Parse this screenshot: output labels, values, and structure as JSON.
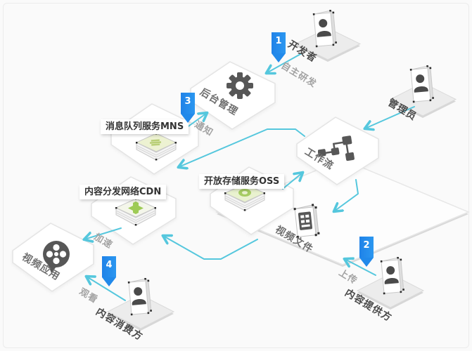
{
  "nodes": {
    "backend_mgmt": {
      "label": "后台管理"
    },
    "workflow": {
      "label": "工作流"
    },
    "video_file": {
      "label": "视频文件"
    },
    "video_app": {
      "label": "视频应用"
    }
  },
  "services": {
    "mns": {
      "label": "消息队列服务MNS"
    },
    "oss": {
      "label": "开放存储服务OSS"
    },
    "cdn": {
      "label": "内容分发网络CDN"
    }
  },
  "actors": {
    "developer": {
      "label": "开发者"
    },
    "admin": {
      "label": "管理员"
    },
    "content_provider": {
      "label": "内容提供方"
    },
    "content_consumer": {
      "label": "内容消费方"
    }
  },
  "edges": {
    "self_develop": {
      "label": "自主研发"
    },
    "notify": {
      "label": "通知"
    },
    "accelerate": {
      "label": "加速"
    },
    "watch": {
      "label": "观看"
    },
    "upload": {
      "label": "上传"
    }
  },
  "markers": {
    "m1": "1",
    "m2": "2",
    "m3": "3",
    "m4": "4"
  },
  "colors": {
    "arrow": "#55c7dd",
    "marker_blue": "#2189ea",
    "icon_dark": "#575757",
    "stack_green": "#a6cc63",
    "background": "#fafafa"
  }
}
